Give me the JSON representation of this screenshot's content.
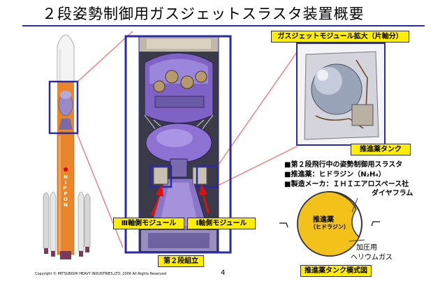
{
  "title": "２段姿勢制御用ガスジェットスラスタ装置概要",
  "labels": {
    "module_zoom": "ガスジェットモジュール拡大（片軸分）",
    "propellant_tank": "推進薬タンク",
    "axis3_module": "Ⅲ軸側モジュール",
    "axis1_module": "Ⅰ軸側モジュール",
    "stage2_assembly": "第２段組立",
    "tank_diagram": "推進薬タンク模式図"
  },
  "bullets": [
    "■第２段飛行中の姿勢制御用スラスタ",
    "■推進薬：ヒドラジン（N₂H₄）",
    "■製造メーカ：ＩＨＩエアロスペース社"
  ],
  "tank": {
    "diaphragm": "ダイヤフラム",
    "propellant": "推進薬",
    "propellant_sub": "（ヒドラジン）",
    "pressurant_line1": "加圧用",
    "pressurant_line2": "ヘリウムガス"
  },
  "rocket_text": "NIPPON",
  "footer": {
    "copyright": "Copyright © MITSUBISHI HEAVY INDUSTRIES,LTD. 2006  All Rights Reserved",
    "page": "4"
  },
  "colors": {
    "frame_blue": "#2a2aa8",
    "rocket_orange": "#e7862a",
    "highlight_yellow": "#ffee00",
    "tank_yellow": "#f3c21a",
    "arrow_red": "#e01010",
    "leader_pink": "#f08080"
  }
}
